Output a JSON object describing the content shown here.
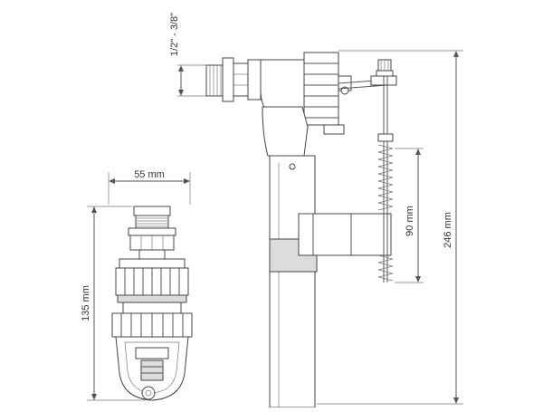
{
  "dimensions": {
    "thread": "1/2\" - 3/8\"",
    "width_front": "55 mm",
    "height_front": "135 mm",
    "stroke": "90 mm",
    "height_total": "246 mm"
  },
  "colors": {
    "line": "#555555",
    "fill_light": "#dcdcdc",
    "fill_dark": "#9a9a9a",
    "background": "#ffffff"
  }
}
